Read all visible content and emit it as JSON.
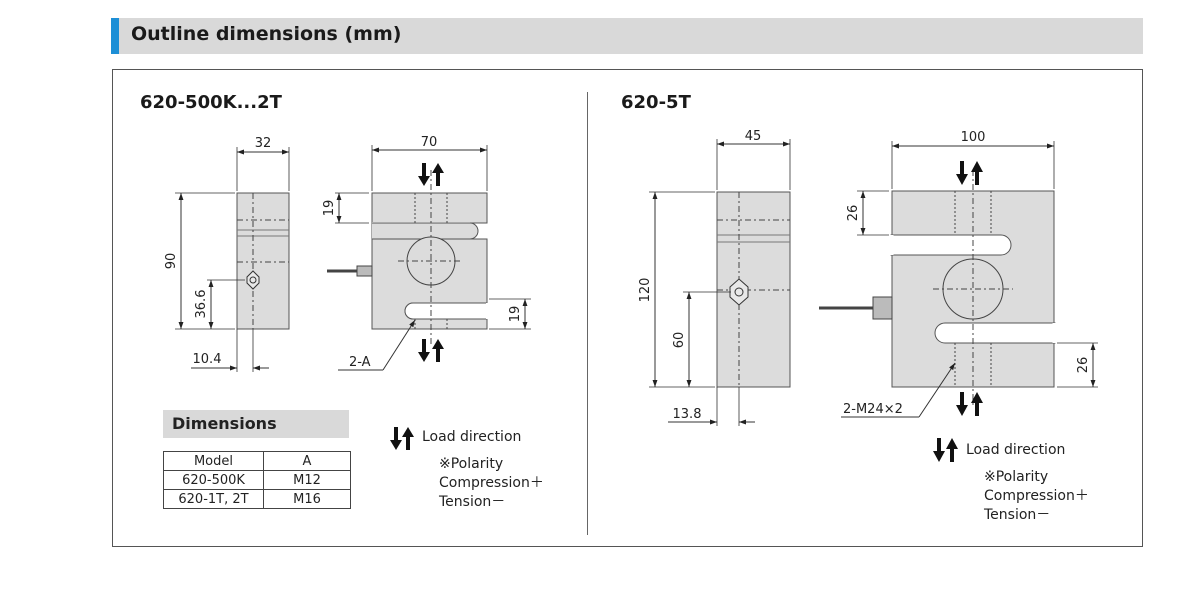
{
  "header": {
    "title": "Outline dimensions (mm)"
  },
  "left": {
    "model": "620-500K...2T",
    "dims": {
      "width_side": "32",
      "width_front": "70",
      "height": "90",
      "center": "36.6",
      "slot_top": "19",
      "slot_bottom": "19",
      "offset": "10.4",
      "thread": "2-A"
    },
    "table_title": "Dimensions",
    "table": {
      "headers": [
        "Model",
        "A"
      ],
      "rows": [
        [
          "620-500K",
          "M12"
        ],
        [
          "620-1T, 2T",
          "M16"
        ]
      ]
    },
    "notes": {
      "load": "Load direction",
      "polarity": "※Polarity",
      "compression": "Compression＋",
      "tension": "Tension－"
    }
  },
  "right": {
    "model": "620-5T",
    "dims": {
      "width_side": "45",
      "width_front": "100",
      "height": "120",
      "center": "60",
      "slot_top": "26",
      "slot_bottom": "26",
      "offset": "13.8",
      "thread": "2-M24×2"
    },
    "notes": {
      "load": "Load direction",
      "polarity": "※Polarity",
      "compression": "Compression＋",
      "tension": "Tension－"
    }
  },
  "colors": {
    "accent": "#1d8fd6",
    "header_bg": "#d9d9d9",
    "body_fill": "#dcdcdc"
  }
}
